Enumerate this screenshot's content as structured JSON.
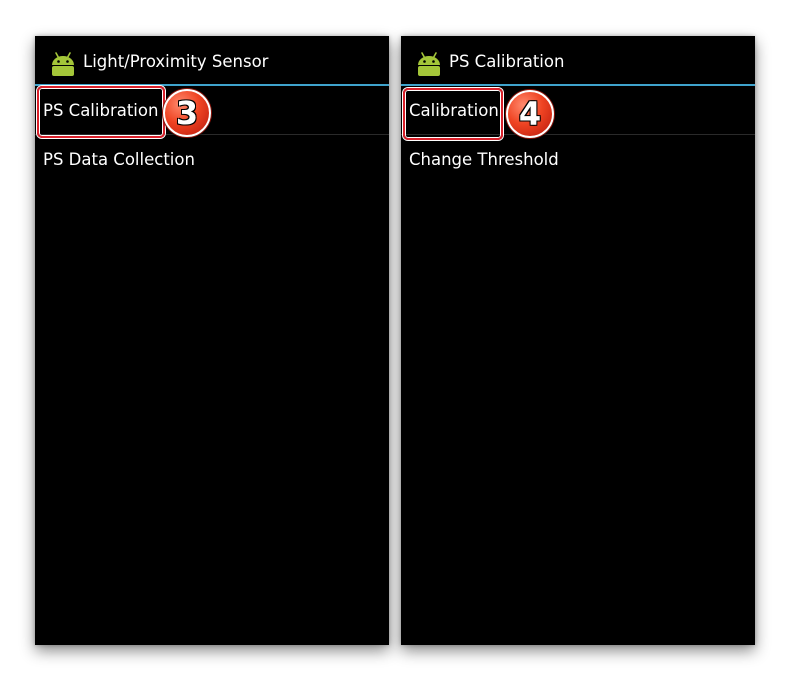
{
  "screens": [
    {
      "actionbar": {
        "icon": "android-icon",
        "title": "Light/Proximity Sensor"
      },
      "items": [
        {
          "label": "PS Calibration"
        },
        {
          "label": "PS Data Collection"
        }
      ],
      "step_badge": "3"
    },
    {
      "actionbar": {
        "icon": "android-icon",
        "title": "PS Calibration"
      },
      "items": [
        {
          "label": "Calibration"
        },
        {
          "label": "Change Threshold"
        }
      ],
      "step_badge": "4"
    }
  ],
  "colors": {
    "screen_bg": "#000000",
    "text": "#ffffff",
    "actionbar_divider": "#3fa3cc",
    "android_green": "#a4c639",
    "highlight_border": "#d9202a",
    "badge_red": "#ef4423"
  }
}
